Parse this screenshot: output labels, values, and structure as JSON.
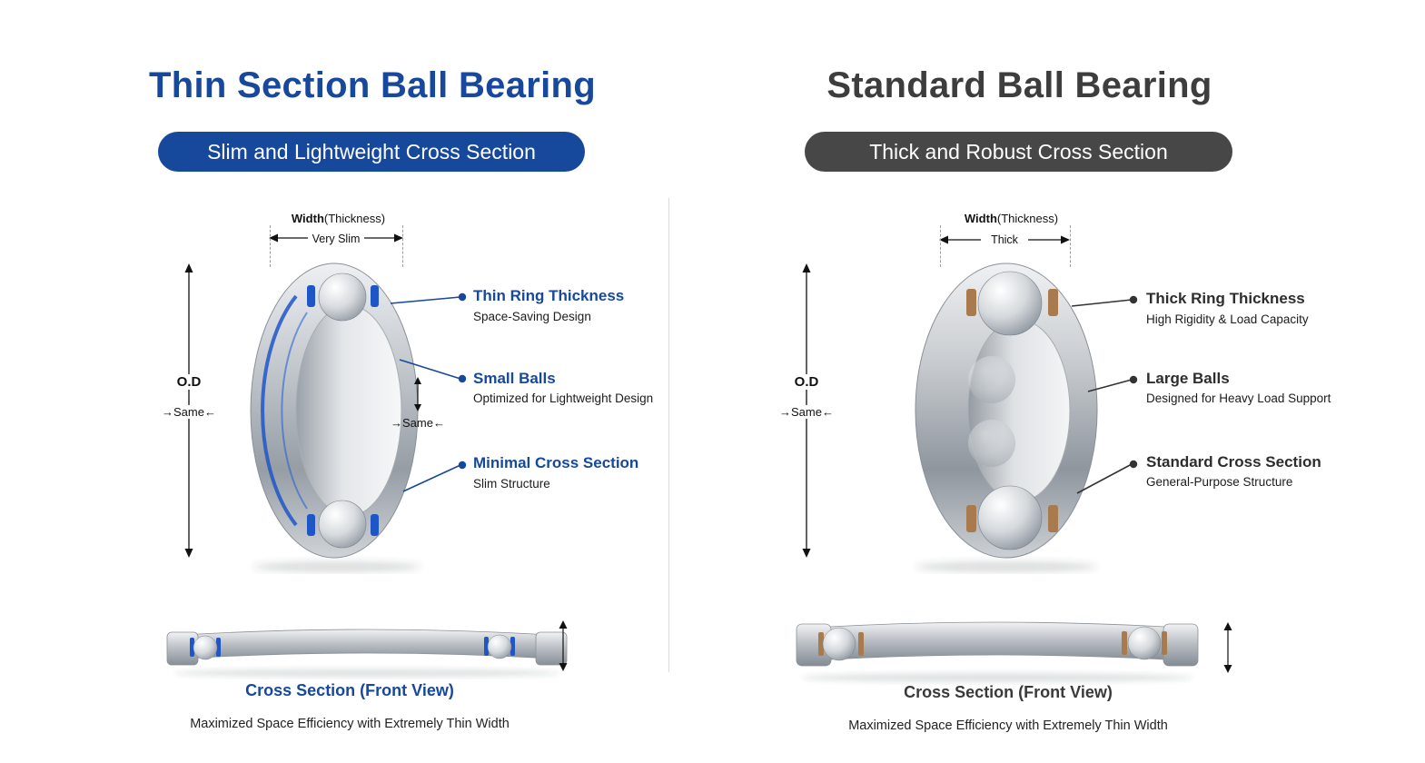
{
  "left": {
    "accent": "#16489c",
    "title": "Thin Section Ball Bearing",
    "badge": "Slim and Lightweight Cross Section",
    "dim": {
      "width_bold": "Width",
      "width_paren": "(Thickness)",
      "width_value": "Very Slim",
      "od": "O.D",
      "od_same": "→Same←",
      "ball_same": "→Same←"
    },
    "callouts": [
      {
        "title": "Thin Ring Thickness",
        "sub": "Space-Saving Design"
      },
      {
        "title": "Small Balls",
        "sub": "Optimized for Lightweight Design"
      },
      {
        "title": "Minimal Cross Section",
        "sub": "Slim Structure"
      }
    ],
    "cross_section": {
      "label": "Cross Section (Front View)",
      "caption": "Maximized Space Efficiency with Extremely Thin Width"
    }
  },
  "right": {
    "accent": "#3a3a3a",
    "title": "Standard Ball Bearing",
    "badge": "Thick and Robust Cross Section",
    "dim": {
      "width_bold": "Width",
      "width_paren": "(Thickness)",
      "width_value": "Thick",
      "od": "O.D",
      "od_same": "→Same←"
    },
    "callouts": [
      {
        "title": "Thick Ring Thickness",
        "sub": "High Rigidity & Load Capacity"
      },
      {
        "title": "Large Balls",
        "sub": "Designed for Heavy Load Support"
      },
      {
        "title": "Standard Cross Section",
        "sub": "General-Purpose Structure"
      }
    ],
    "cross_section": {
      "label": "Cross Section (Front View)",
      "caption": "Maximized Space Efficiency with Extremely Thin Width"
    }
  }
}
